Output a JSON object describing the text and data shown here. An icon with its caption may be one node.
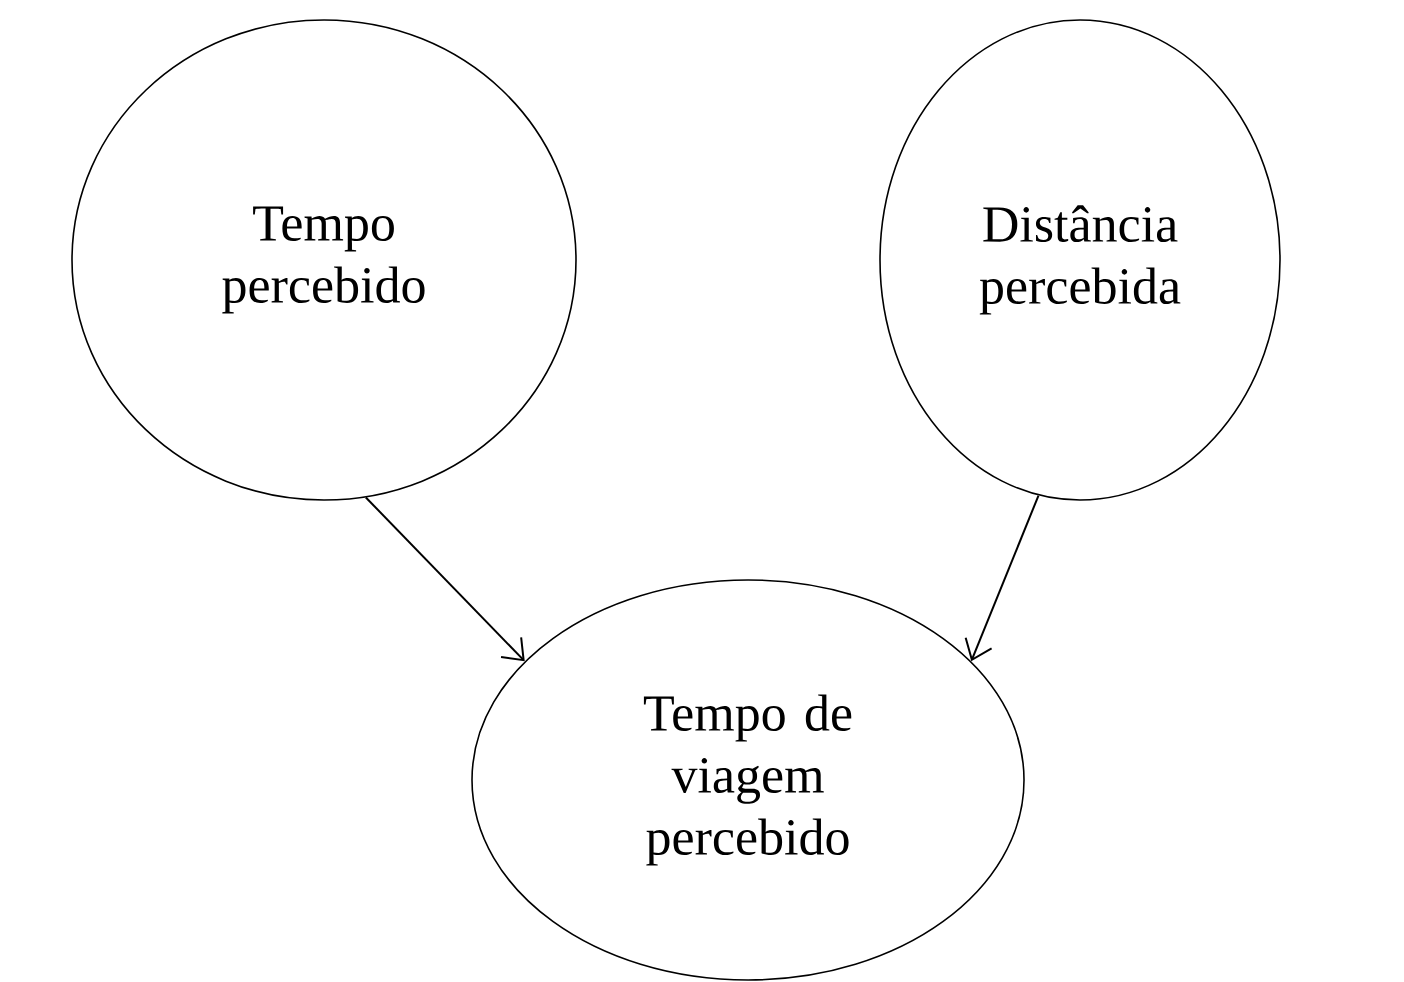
{
  "diagram": {
    "nodes": [
      {
        "text": [
          "Tempo percebido"
        ]
      },
      {
        "text": [
          "Distância percebida"
        ]
      },
      {
        "text": [
          "Tempo de viagem percebido"
        ]
      }
    ],
    "edges": [
      {
        "from": 0,
        "to": 2,
        "arrow": "to"
      },
      {
        "from": 1,
        "to": 2,
        "arrow": "to"
      }
    ]
  }
}
